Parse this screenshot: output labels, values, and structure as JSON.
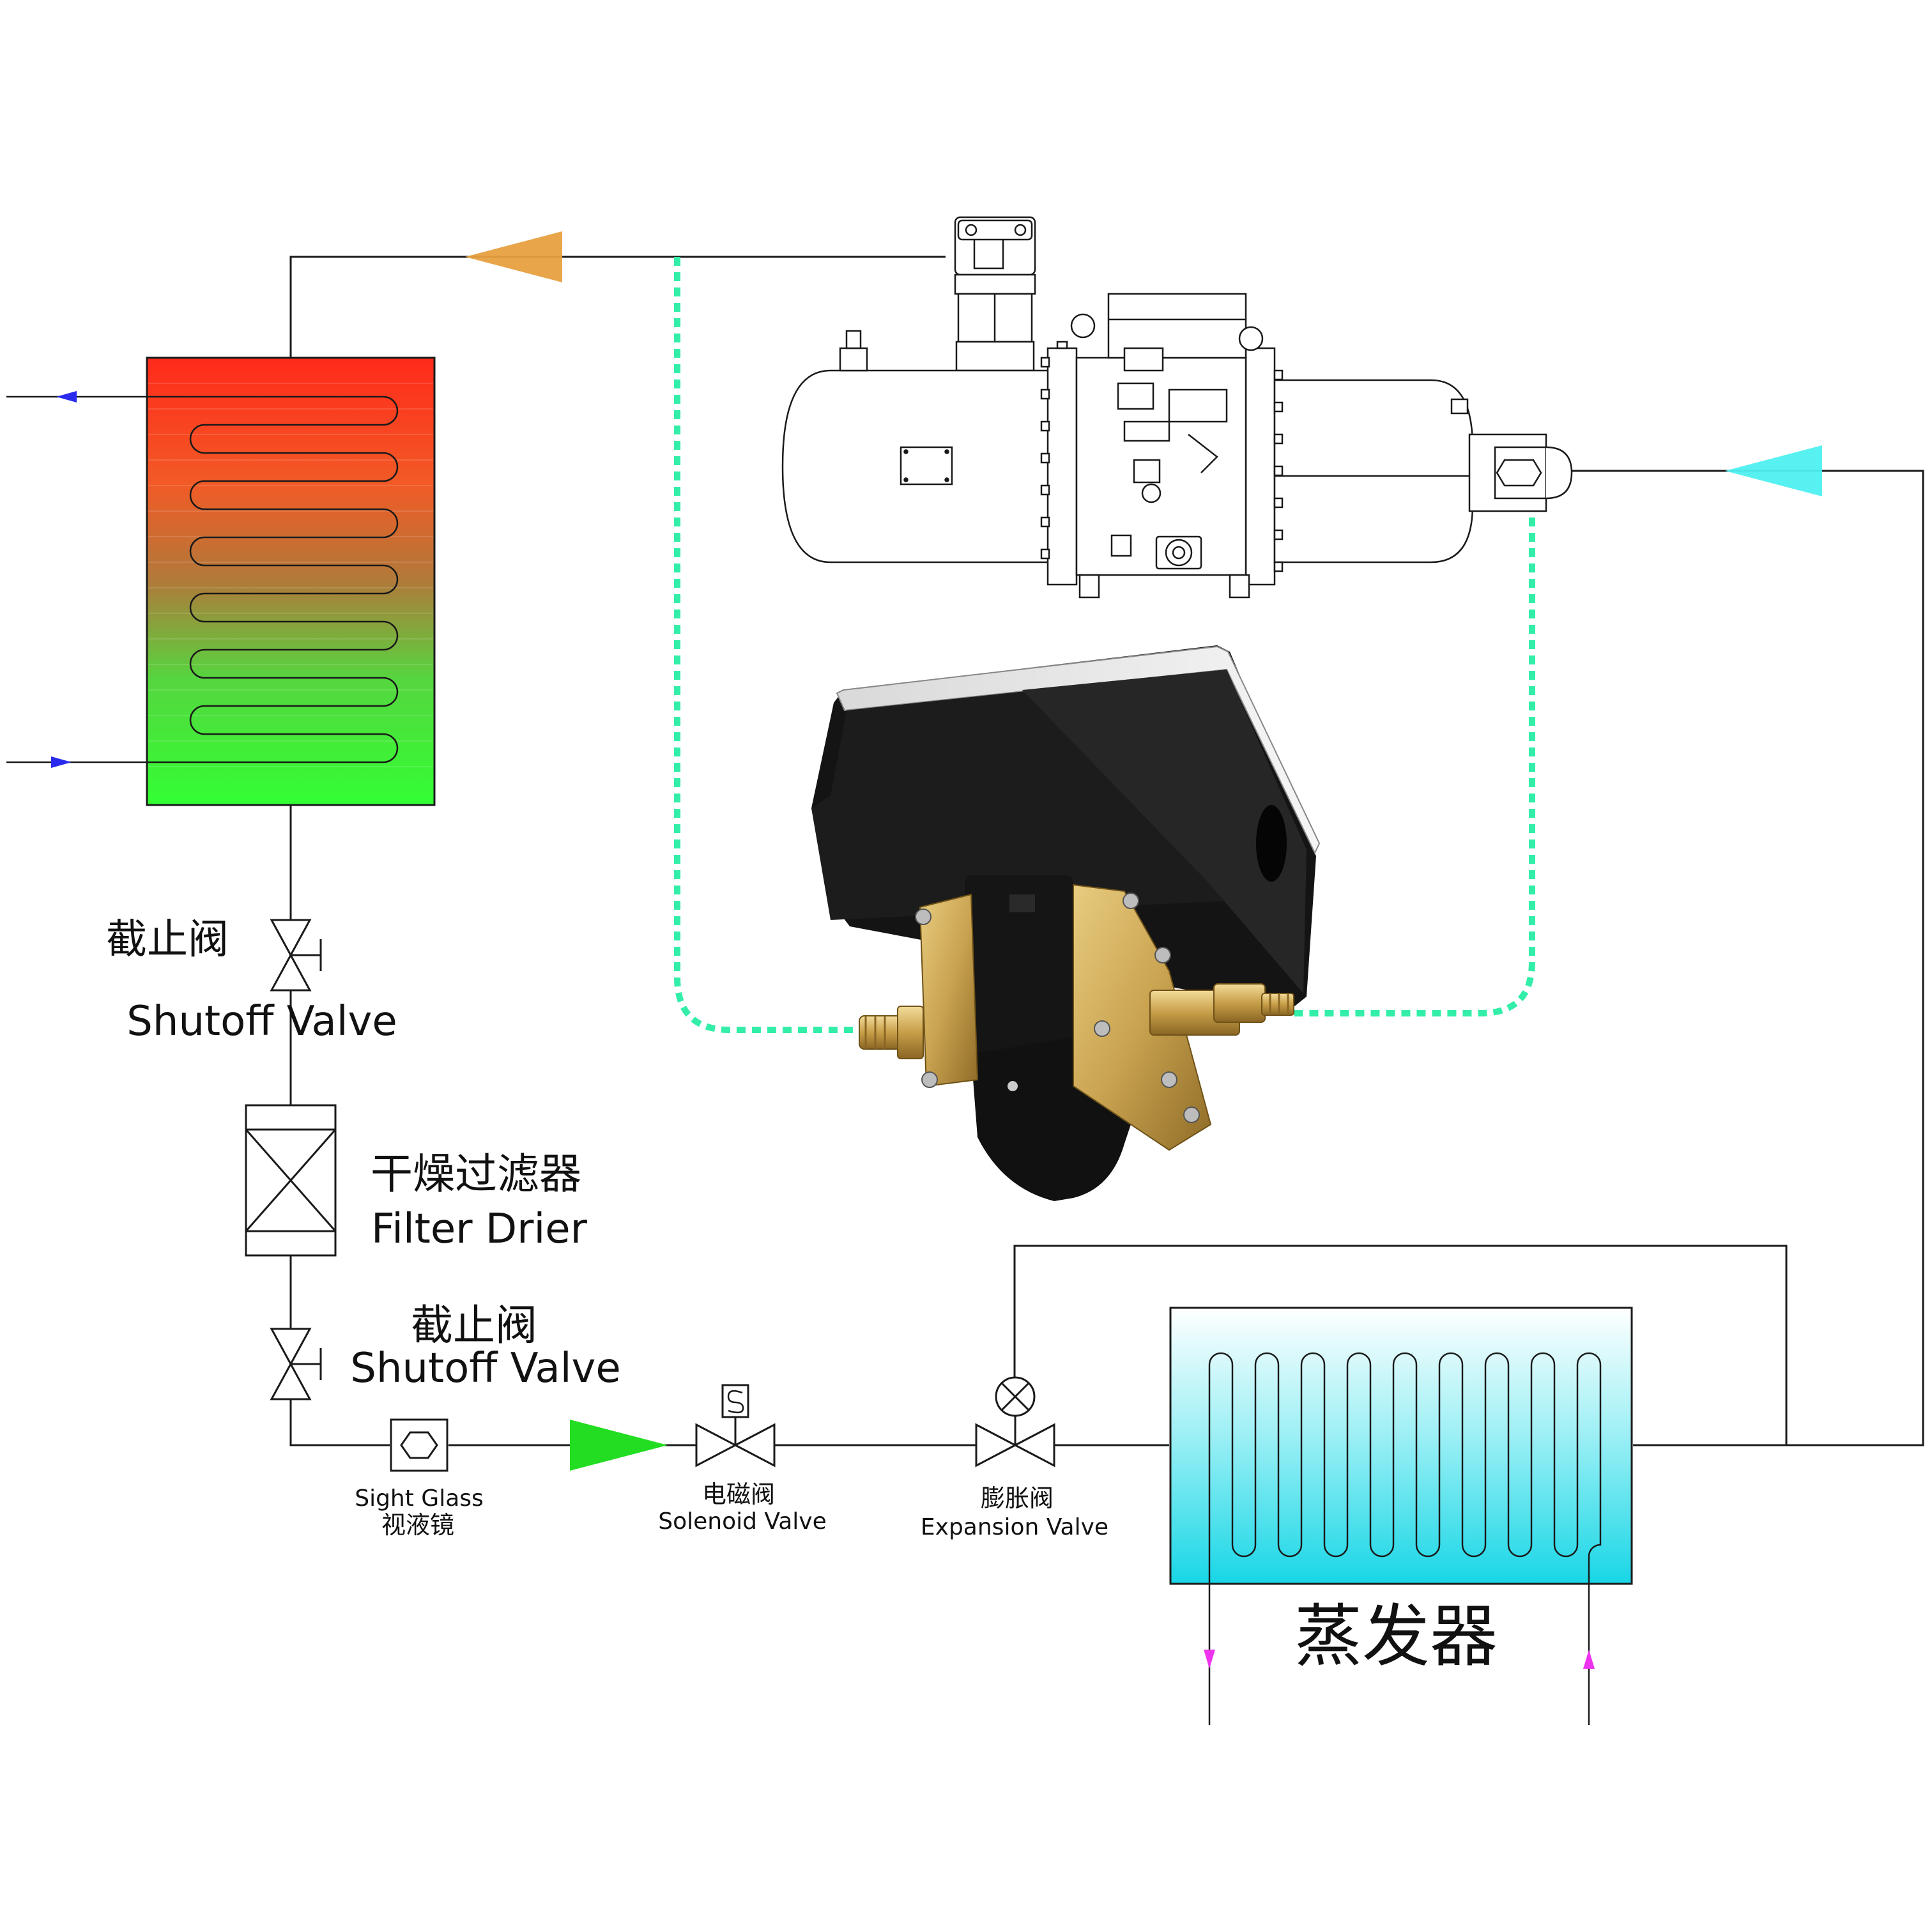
{
  "colors": {
    "line": "#1a1a1a",
    "condenser_top": "#ff2a1a",
    "condenser_bottom": "#33ff33",
    "evaporator_top": "#ffffff",
    "evaporator_bottom": "#22d8e8",
    "arrow_discharge": "#e8a040",
    "arrow_suction": "#4ff0f0",
    "arrow_liquid": "#22dd22",
    "arrow_water_condenser": "#2a2aee",
    "arrow_water_evaporator": "#ee33ee",
    "capillary_dash": "#33eea8"
  },
  "labels": {
    "shutoff_valve_1_cn": "截止阀",
    "shutoff_valve_1_en": "Shutoff Valve",
    "filter_drier_cn": "干燥过滤器",
    "filter_drier_en": "Filter Drier",
    "shutoff_valve_2_cn": "截止阀",
    "shutoff_valve_2_en": "Shutoff Valve",
    "sight_glass_en": "Sight Glass",
    "sight_glass_cn": "视液镜",
    "solenoid_valve_cn": "电磁阀",
    "solenoid_valve_en": "Solenoid Valve",
    "expansion_valve_cn": "膨胀阀",
    "expansion_valve_en": "Expansion Valve",
    "evaporator_cn": "蒸发器"
  },
  "icons": {
    "compressor": "screw-compressor-icon",
    "pressure_switch": "differential-pressure-switch-icon",
    "condenser": "condenser-coil-icon",
    "evaporator": "evaporator-coil-icon",
    "solenoid": "solenoid-valve-icon",
    "expansion": "expansion-valve-icon",
    "sight_glass": "sight-glass-icon",
    "filter_drier": "filter-drier-icon",
    "shutoff": "shutoff-valve-icon"
  }
}
